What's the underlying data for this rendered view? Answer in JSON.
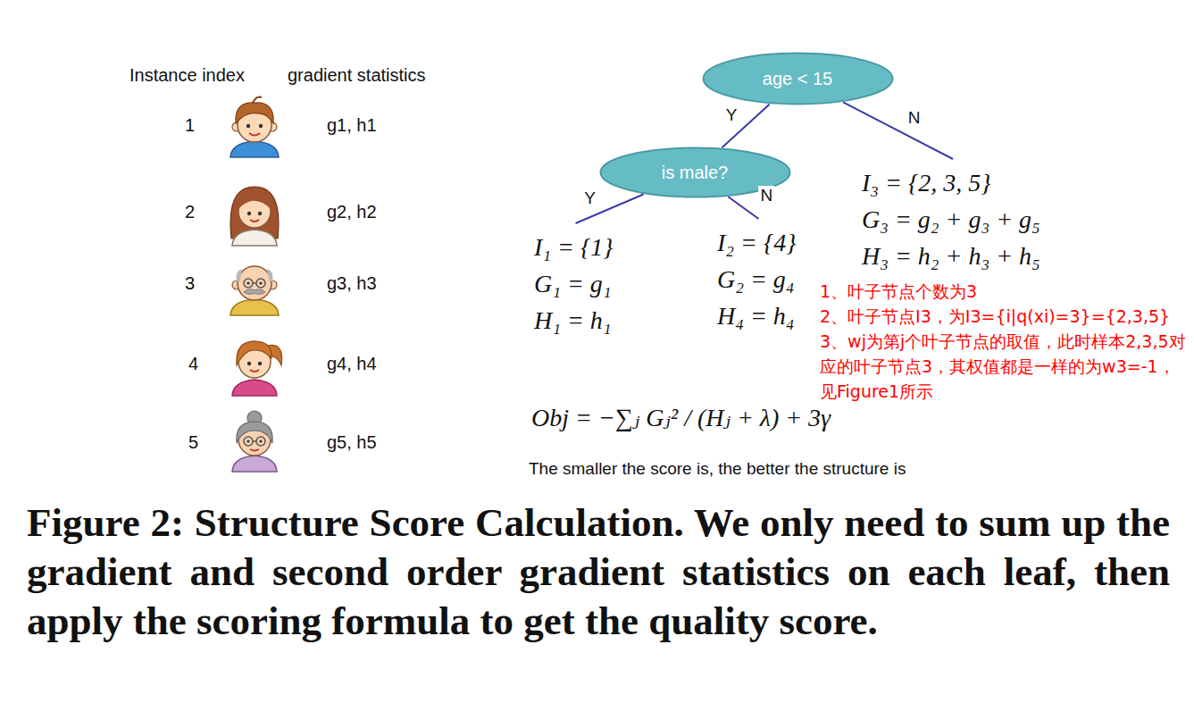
{
  "diagram": {
    "caption": "Figure 2: Structure Score Calculation. We only need to sum up the gradient and second order gradient statistics on each leaf, then apply the scoring formula to get the quality score.",
    "nodes": [
      {
        "text": [
          "age < 15"
        ]
      },
      {
        "text": [
          "is male?"
        ]
      },
      {
        "text": [
          "I₃ = {2, 3, 5}",
          "G₃ = g₂ + g₃ + g₅",
          "H₃ = h₂ + h₃ + h₅"
        ]
      },
      {
        "text": [
          "I₁ = {1}",
          "G₁ = g₁",
          "H₁ = h₁"
        ]
      },
      {
        "text": [
          "I₂ = {4}",
          "G₂ = g₄",
          "H₄ = h₄"
        ]
      }
    ],
    "edges": [
      {
        "from": 0,
        "to": 1,
        "label": "Y",
        "arrow": "none"
      },
      {
        "from": 0,
        "to": 2,
        "label": "N",
        "arrow": "none"
      },
      {
        "from": 1,
        "to": 3,
        "label": "Y",
        "arrow": "none"
      },
      {
        "from": 1,
        "to": 4,
        "label": "N",
        "arrow": "none"
      }
    ],
    "labels": [
      "Instance index",
      "gradient statistics",
      "1",
      "g1, h1",
      "2",
      "g2, h2",
      "3",
      "g3, h3",
      "4",
      "g4, h4",
      "5",
      "g5, h5",
      "1、叶子节点个数为3",
      "2、叶子节点I3，为I3={i|q(xi)=3}={2,3,5}",
      "3、wj为第j个叶子节点的取值，此时样本2,3,5对应的叶子节点3，其权值都是一样的为w3=-1，见Figure1所示",
      "Obj = −∑ⱼ Gⱼ² / (Hⱼ + λ) + 3γ",
      "The smaller the score is, the better the structure is"
    ]
  }
}
